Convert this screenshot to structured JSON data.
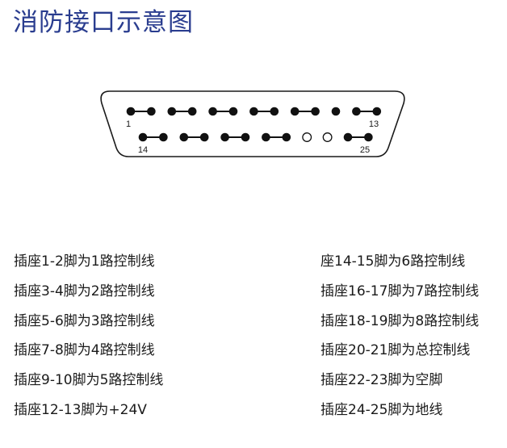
{
  "title": "消防接口示意图",
  "connector": {
    "top_row": {
      "start_pin": "1",
      "end_pin": "13",
      "pins": [
        {
          "pin": 1,
          "filled": true
        },
        {
          "pin": 2,
          "filled": true
        },
        {
          "pin": 3,
          "filled": true
        },
        {
          "pin": 4,
          "filled": true
        },
        {
          "pin": 5,
          "filled": true
        },
        {
          "pin": 6,
          "filled": true
        },
        {
          "pin": 7,
          "filled": true
        },
        {
          "pin": 8,
          "filled": true
        },
        {
          "pin": 9,
          "filled": true
        },
        {
          "pin": 10,
          "filled": true
        },
        {
          "pin": 11,
          "filled": true
        },
        {
          "pin": 12,
          "filled": true
        },
        {
          "pin": 13,
          "filled": true
        }
      ],
      "links": [
        [
          1,
          2
        ],
        [
          3,
          4
        ],
        [
          5,
          6
        ],
        [
          7,
          8
        ],
        [
          9,
          10
        ],
        [
          12,
          13
        ]
      ]
    },
    "bottom_row": {
      "start_pin": "14",
      "end_pin": "25",
      "pins": [
        {
          "pin": 14,
          "filled": true
        },
        {
          "pin": 15,
          "filled": true
        },
        {
          "pin": 16,
          "filled": true
        },
        {
          "pin": 17,
          "filled": true
        },
        {
          "pin": 18,
          "filled": true
        },
        {
          "pin": 19,
          "filled": true
        },
        {
          "pin": 20,
          "filled": true
        },
        {
          "pin": 21,
          "filled": true
        },
        {
          "pin": 22,
          "filled": false
        },
        {
          "pin": 23,
          "filled": false
        },
        {
          "pin": 24,
          "filled": true
        },
        {
          "pin": 25,
          "filled": true
        }
      ],
      "links": [
        [
          14,
          15
        ],
        [
          16,
          17
        ],
        [
          18,
          19
        ],
        [
          20,
          21
        ],
        [
          24,
          25
        ]
      ]
    }
  },
  "pin_descriptions": {
    "left": [
      "插座1-2脚为1路控制线",
      "插座3-4脚为2路控制线",
      "插座5-6脚为3路控制线",
      "插座7-8脚为4路控制线",
      "插座9-10脚为5路控制线",
      "插座12-13脚为+24V"
    ],
    "right": [
      "座14-15脚为6路控制线",
      "插座16-17脚为7路控制线",
      "插座18-19脚为8路控制线",
      "插座20-21脚为总控制线",
      "插座22-23脚为空脚",
      "插座24-25脚为地线"
    ]
  },
  "colors": {
    "title": "#2a3d8f",
    "outline": "#1a1a1a",
    "pin": "#111111"
  }
}
